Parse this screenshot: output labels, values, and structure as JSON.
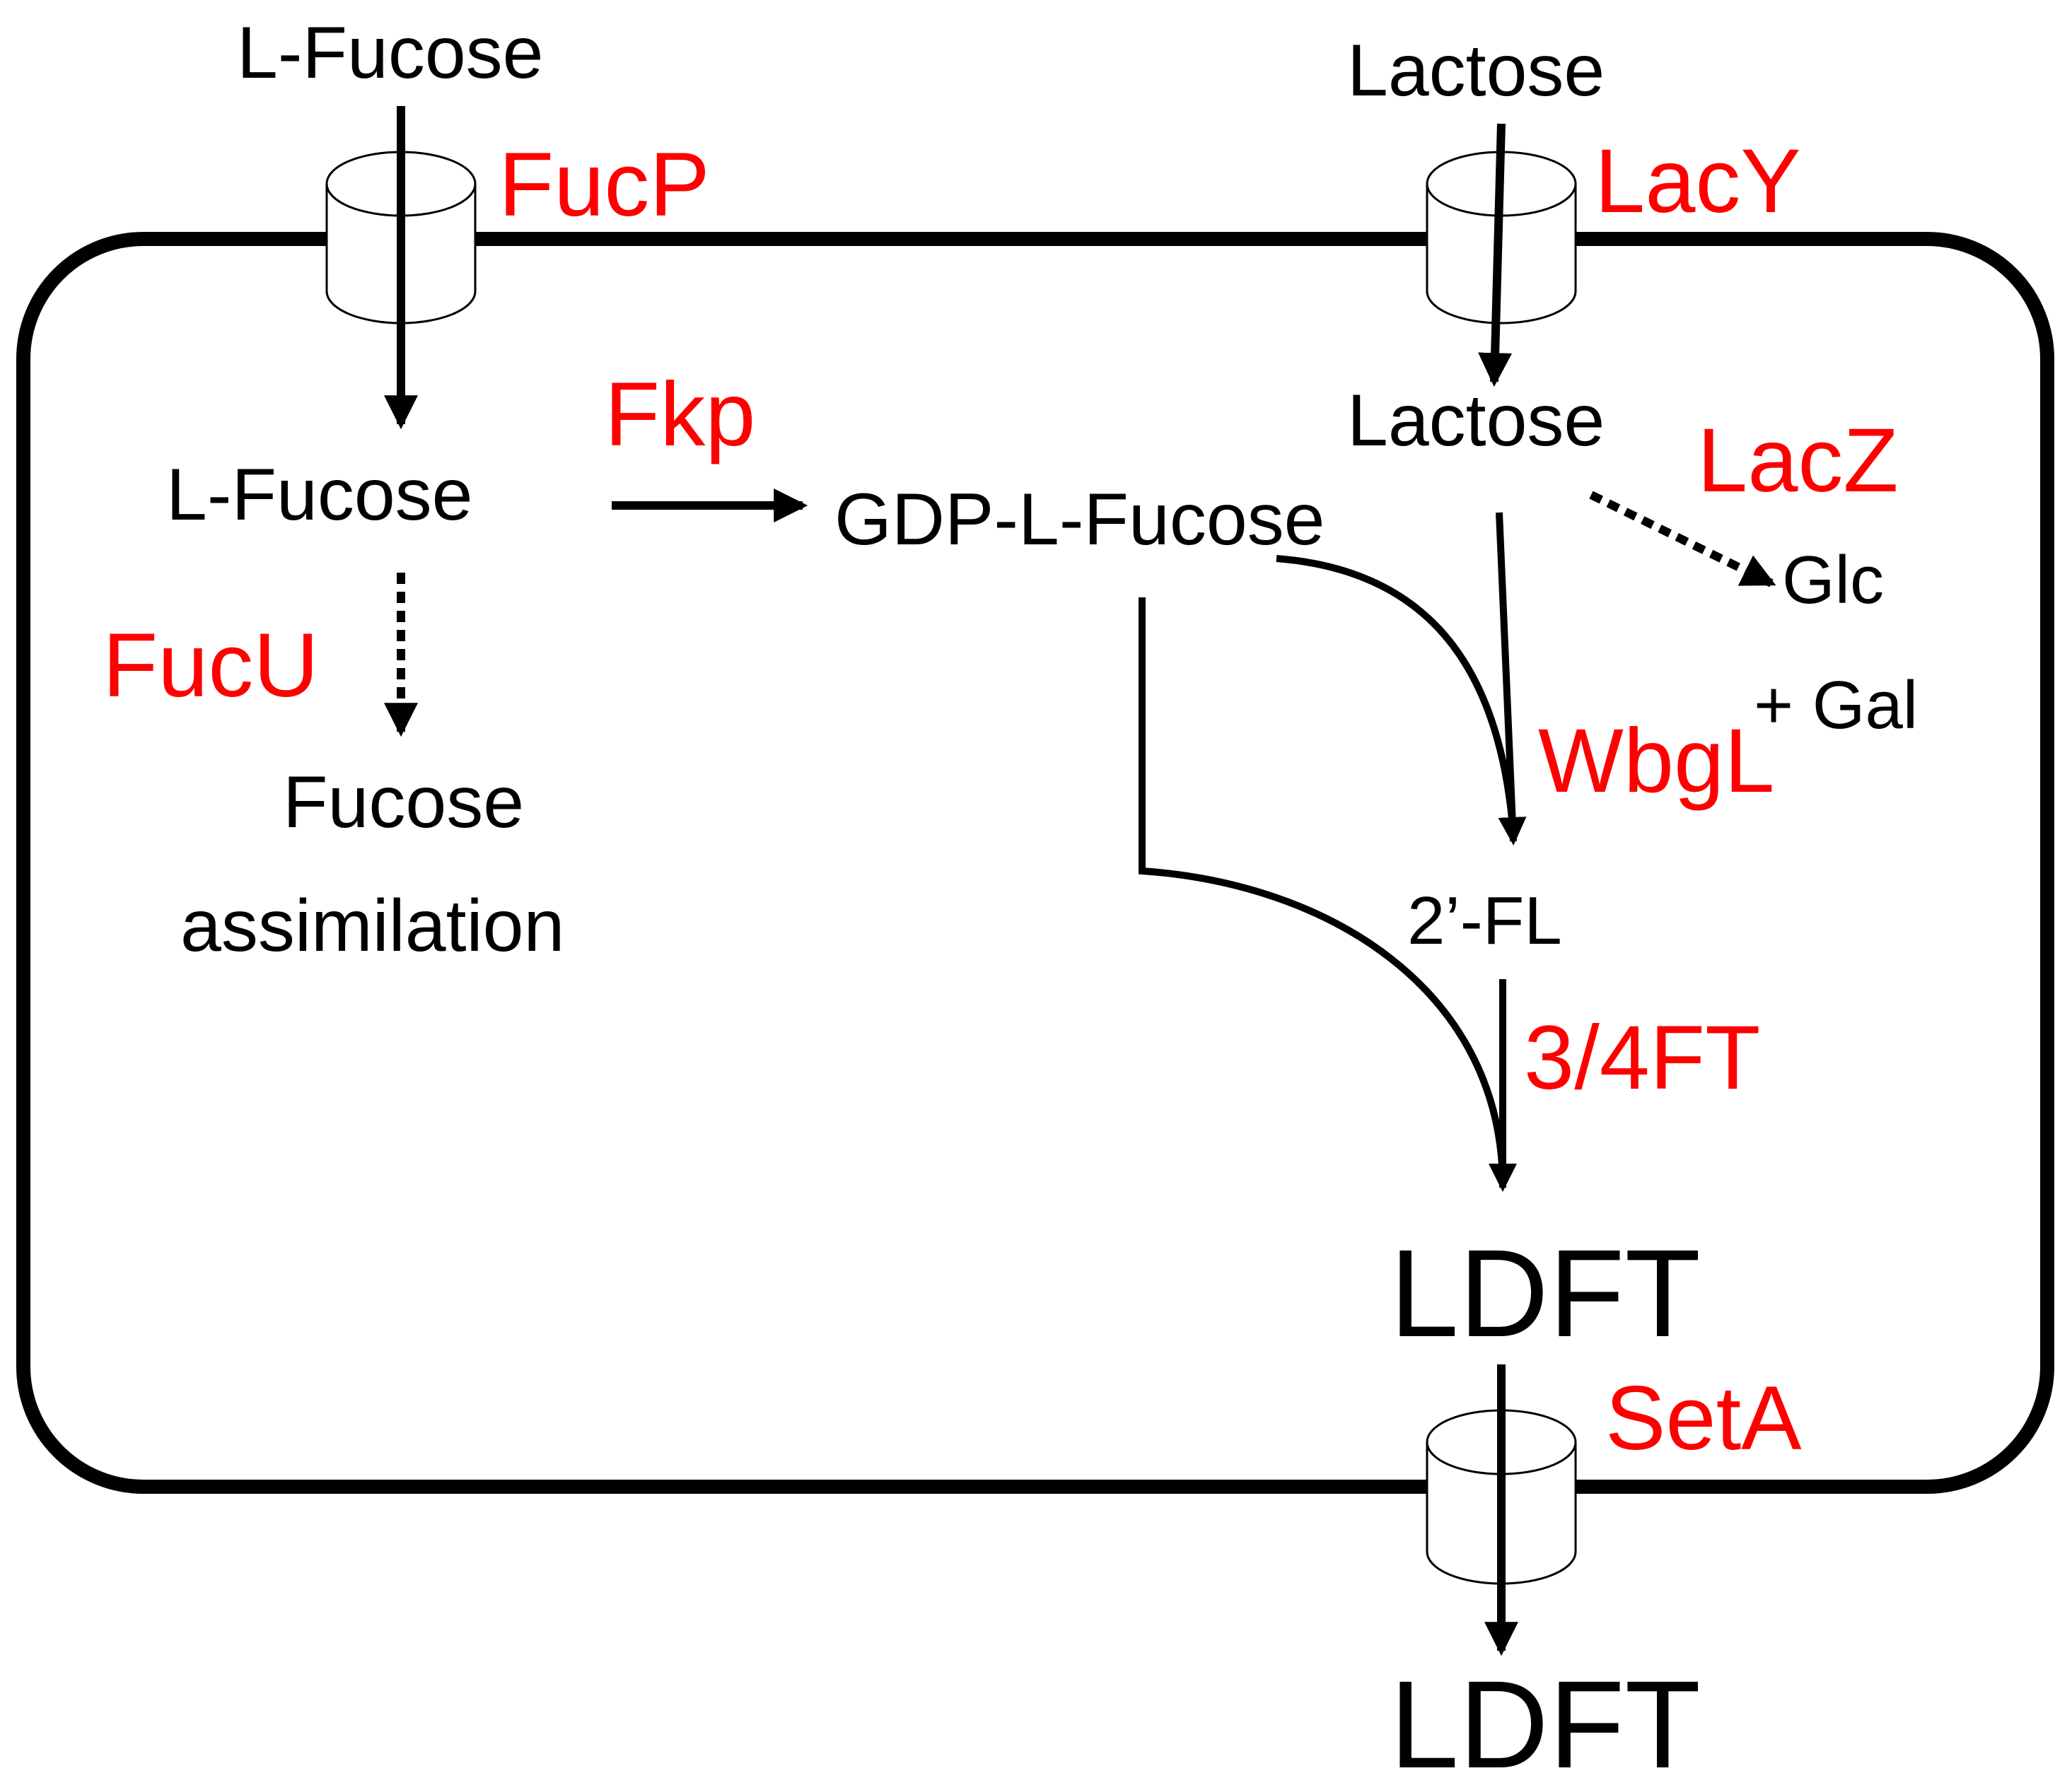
{
  "metabolites": {
    "fucose_ext": "L-Fucose",
    "lactose_ext": "Lactose",
    "fucose_int": "L-Fucose",
    "gdp_fucose": "GDP-L-Fucose",
    "lactose_int": "Lactose",
    "glc": "Glc",
    "gal": "+ Gal",
    "fucose_assim_1": "Fucose",
    "fucose_assim_2": "assimilation",
    "fl2": "2’-FL",
    "ldft_int": "LDFT",
    "ldft_ext": "LDFT"
  },
  "enzymes": {
    "fucp": "FucP",
    "lacy": "LacY",
    "fkp": "Fkp",
    "lacz": "LacZ",
    "fucu": "FucU",
    "wbgl": "WbgL",
    "ft34": "3/4FT",
    "seta": "SetA"
  },
  "colors": {
    "enzyme": "#ff0000",
    "metabolite": "#000000",
    "membrane": "#000000"
  }
}
